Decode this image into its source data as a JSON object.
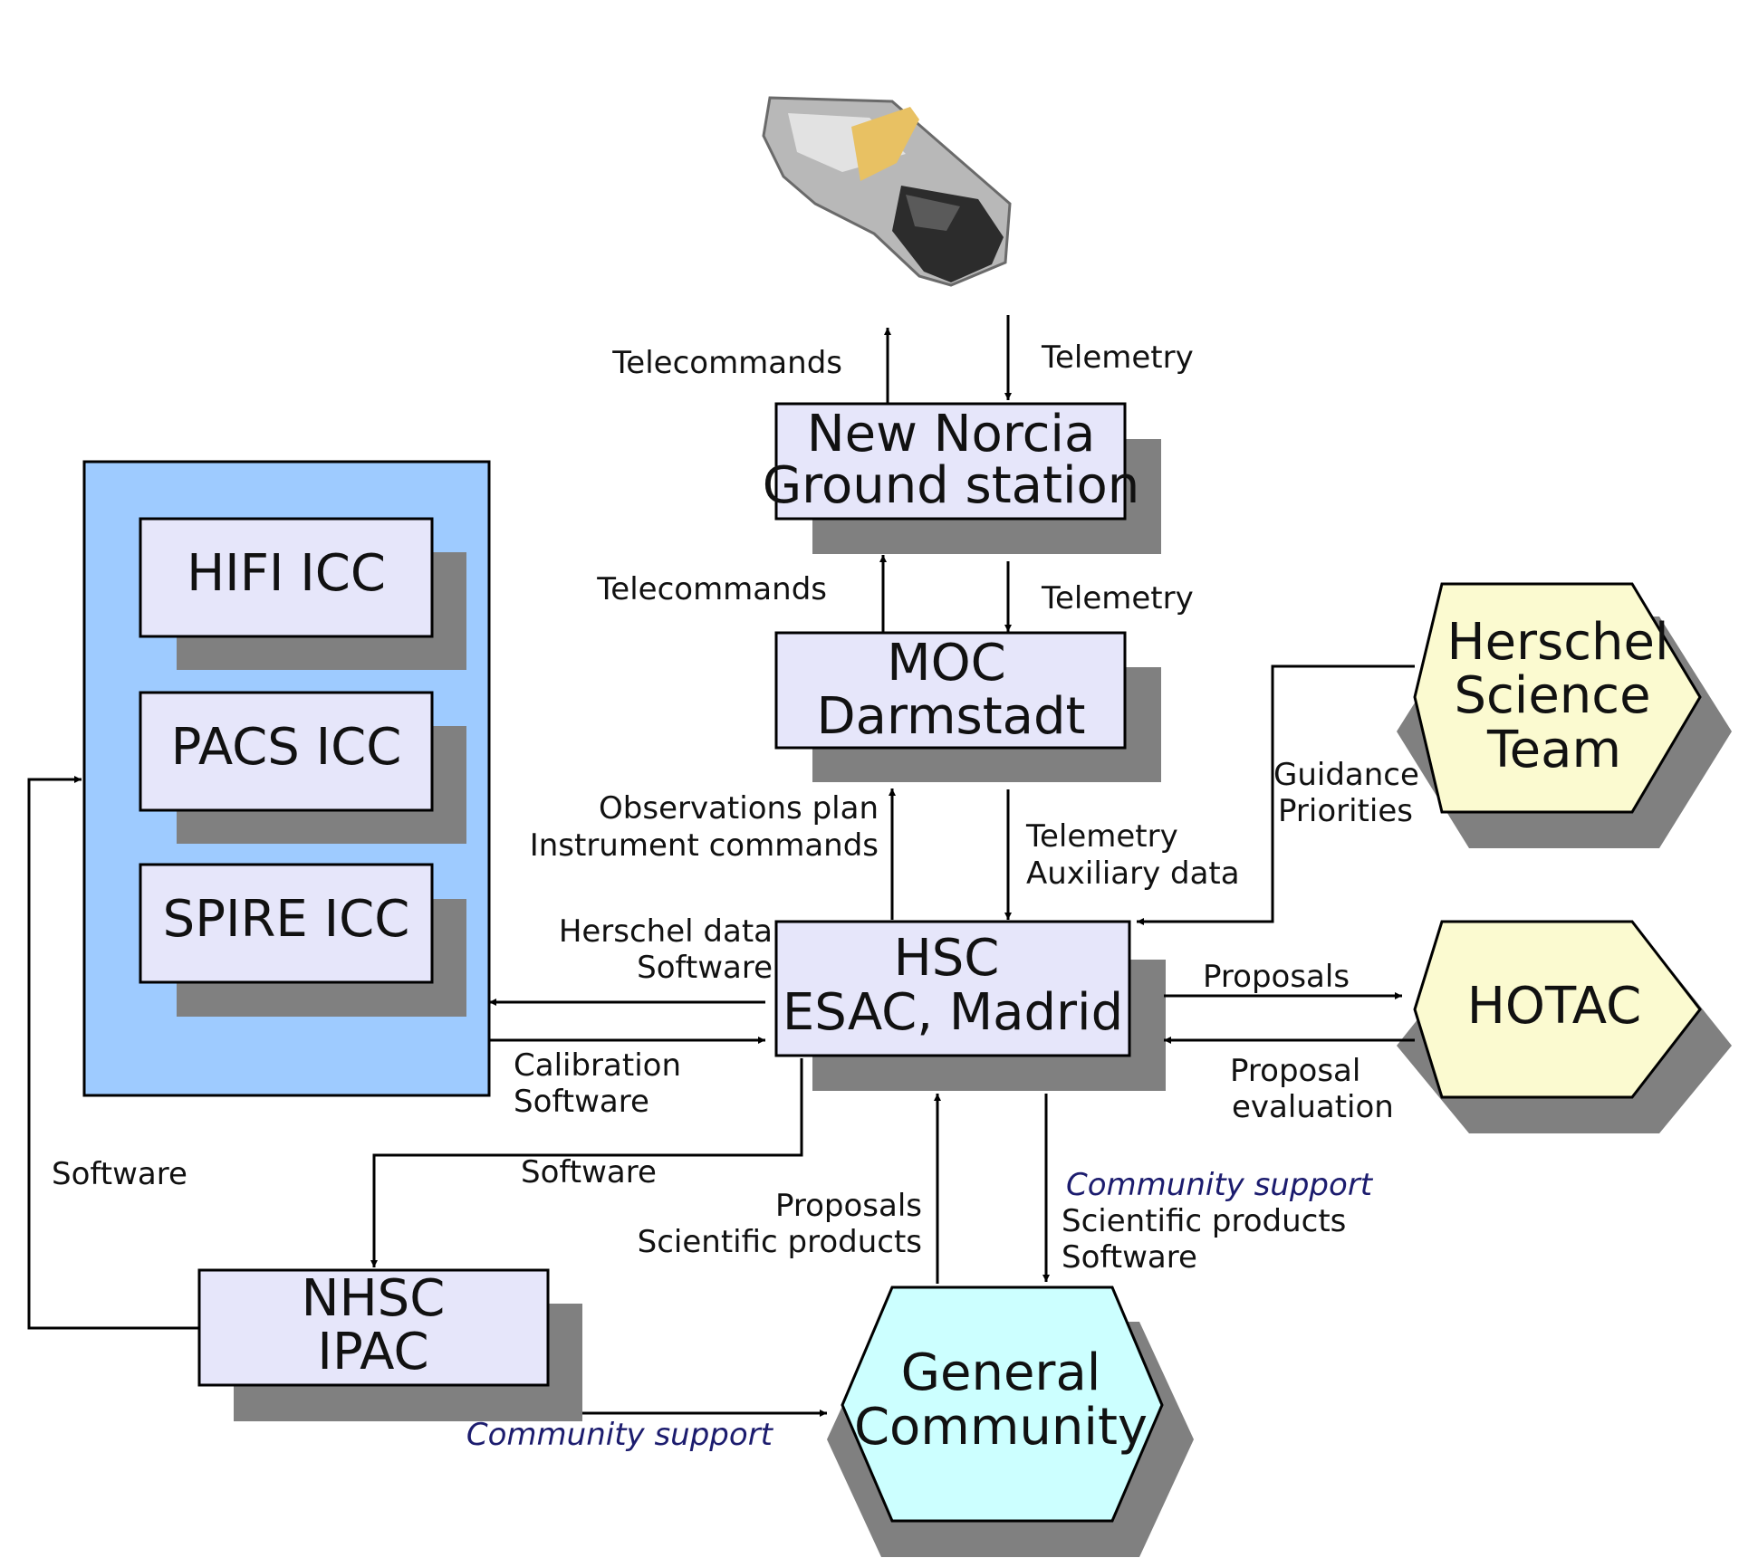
{
  "colors": {
    "box_fill": "#e6e6fa",
    "shadow": "#808080",
    "icc_panel": "#9ecbff",
    "hex_yellow": "#fbfad0",
    "hex_cyan": "#ccffff",
    "italic_label": "#1c1c6e"
  },
  "icons": {
    "spacecraft": "herschel-spacecraft-icon"
  },
  "nodes": {
    "new_norcia": {
      "line1": "New Norcia",
      "line2": "Ground station"
    },
    "moc": {
      "line1": "MOC",
      "line2": "Darmstadt"
    },
    "hsc": {
      "line1": "HSC",
      "line2": "ESAC, Madrid"
    },
    "hifi": "HIFI ICC",
    "pacs": "PACS ICC",
    "spire": "SPIRE ICC",
    "nhsc": {
      "line1": "NHSC",
      "line2": "IPAC"
    },
    "science_team": {
      "line1": "Herschel",
      "line2": "Science",
      "line3": "Team"
    },
    "hotac": "HOTAC",
    "community": {
      "line1": "General",
      "line2": "Community"
    }
  },
  "labels": {
    "telecommands_top": "Telecommands",
    "telemetry_top": "Telemetry",
    "telecommands_mid": "Telecommands",
    "telemetry_mid": "Telemetry",
    "obs_plan": "Observations plan",
    "instr_commands": "Instrument commands",
    "telemetry_moc": "Telemetry",
    "aux_data": "Auxiliary data",
    "guidance": "Guidance",
    "priorities": "Priorities",
    "herschel_data": "Herschel data",
    "software_icc": "Software",
    "calibration": "Calibration",
    "calibration_software": "Software",
    "proposals_hotac": "Proposals",
    "proposal": "Proposal",
    "evaluation": "evaluation",
    "software_left": "Software",
    "software_nhsc": "Software",
    "proposals_comm": "Proposals",
    "sci_products_comm": "Scientific products",
    "community_support_hsc": "Community support",
    "sci_products_hsc": "Scientific products",
    "software_hsc": "Software",
    "community_support_nhsc": "Community support"
  }
}
